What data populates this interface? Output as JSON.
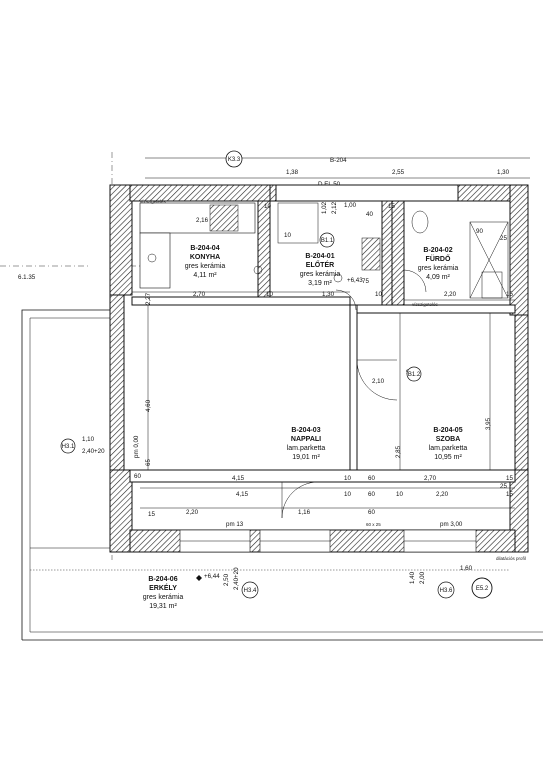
{
  "grid": {
    "top": "K3.3",
    "left": "6.1.35"
  },
  "unit": "B-204",
  "top_dims": [
    "1,38",
    "2,55",
    "1,30"
  ],
  "top_sub": "D EL 50",
  "rooms": [
    {
      "code": "B-204-04",
      "name": "KONYHA",
      "finish": "gres kerámia",
      "area": "4,11 m²"
    },
    {
      "code": "B-204-01",
      "name": "ELŐTÉR",
      "finish": "gres kerámia",
      "area": "3,19 m²"
    },
    {
      "code": "B-204-02",
      "name": "FÜRDŐ",
      "finish": "gres kerámia",
      "area": "4,09 m²"
    },
    {
      "code": "B-204-03",
      "name": "NAPPALI",
      "finish": "lam.parketta",
      "area": "19,01 m²"
    },
    {
      "code": "B-204-05",
      "name": "SZOBA",
      "finish": "lam.parketta",
      "area": "10,95 m²"
    },
    {
      "code": "B-204-06",
      "name": "ERKÉLY",
      "finish": "gres kerámia",
      "area": "19,31 m²"
    }
  ],
  "levels": [
    "+6,43",
    "+6,44"
  ],
  "dims": {
    "d_2_70": "2,70",
    "d_10a": "10",
    "d_1_30": "1,30",
    "d_10b": "10",
    "d_2_20a": "2,20",
    "d_15a": "15",
    "d_4_15a": "4,15",
    "d_10c": "10",
    "d_60a": "60",
    "d_2_70b": "2,70",
    "d_15b": "15",
    "d_4_15b": "4,15",
    "d_10d": "10",
    "d_60b": "60",
    "d_10e": "10",
    "d_2_20b": "2,20",
    "d_15c": "15",
    "d_2_20c": "2,20",
    "d_1_16": "1,16",
    "d_60c": "60",
    "d_90": "90",
    "d_2_10": "2,10",
    "d_1_10": "1,10",
    "d_2_40": "2,40+20",
    "d_1_60": "1,60",
    "d_2_50": "2,50",
    "d_2_40v": "2,40+20",
    "d_1_40": "1,40",
    "d_2_00": "2,00",
    "d_25a": "25",
    "d_25b": "25",
    "d_75": "75",
    "d_15v": "15",
    "d_2_27": "2,27",
    "d_4_60": "4,60",
    "d_65": "65",
    "d_2_85": "2,85",
    "d_3_95": "3,95",
    "d_1_02": "1,02",
    "d_2_12": "2,12",
    "d_2_16": "2,16",
    "d_1_00": "1,00",
    "d_60x": "60",
    "d_15x": "15",
    "d_10y": "10",
    "d_10z": "10",
    "d_90b": "90",
    "d_40": "40"
  },
  "door_tags": [
    "pm 13",
    "60 x 25",
    "pm 3,00",
    "pm 0,00"
  ],
  "markers": [
    "B1.1",
    "B1.2",
    "H3.1",
    "H3.4",
    "H3.6",
    "E5.2"
  ],
  "notes": [
    "vízszigetelés",
    "vízszigetelés",
    "dilatációs profil"
  ]
}
